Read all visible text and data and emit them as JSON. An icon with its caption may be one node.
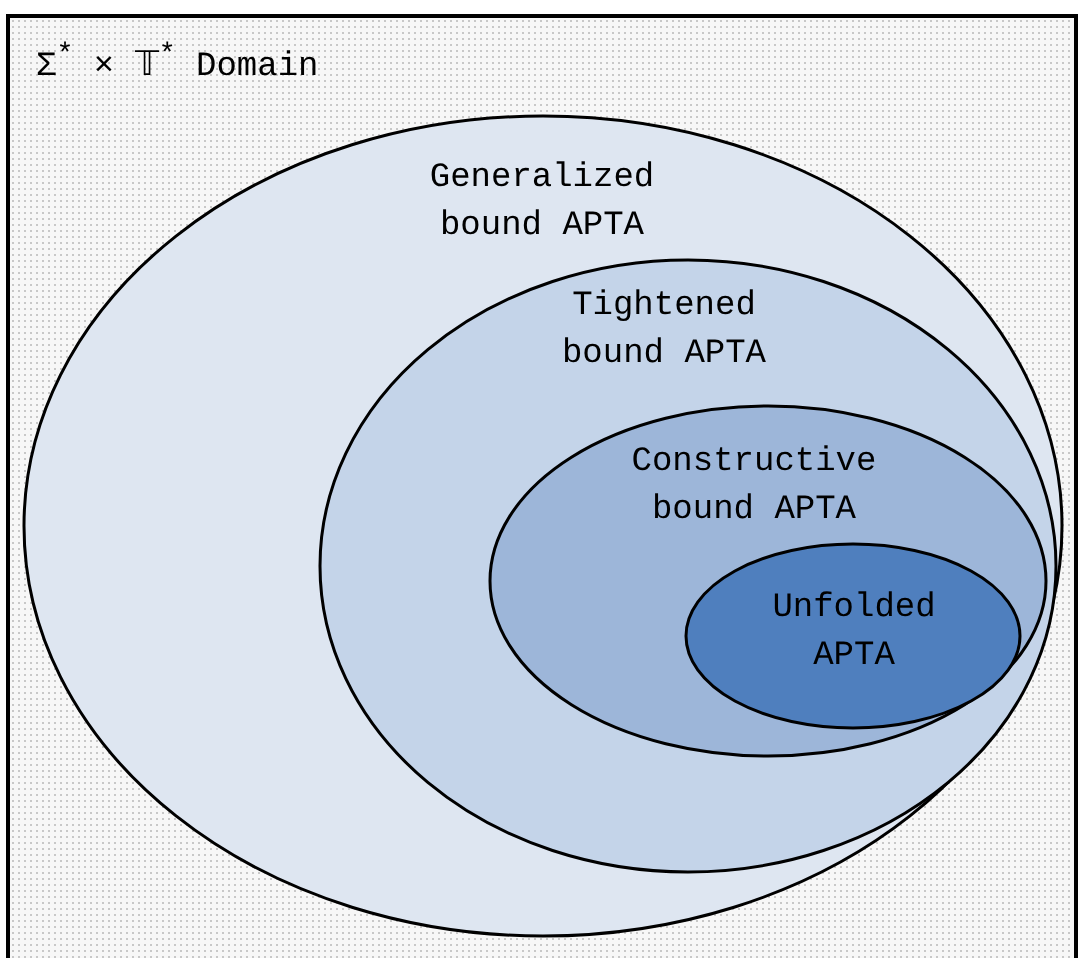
{
  "diagram": {
    "nodes": [
      {
        "text": [
          "Σ$^{*}$ × 𝕋$^{*}$ Domain"
        ]
      },
      {
        "text": [
          "Generalized bound APTA"
        ],
        "in": 0
      },
      {
        "text": [
          "Tightened bound APTA"
        ],
        "in": 1
      },
      {
        "text": [
          "Constructive bound APTA"
        ],
        "in": 2
      },
      {
        "text": [
          "Unfolded APTA"
        ],
        "in": 3
      }
    ]
  }
}
